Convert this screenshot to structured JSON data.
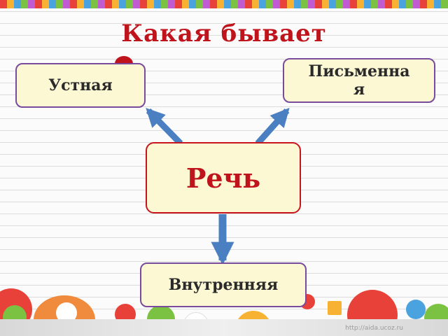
{
  "colors": {
    "title": "#c0141c",
    "node_fill": "#fdf8d4",
    "node_border": "#7a4a9c",
    "speech_border": "#c8141c",
    "arrow": "#4a7fc1"
  },
  "title": "Какая бывает",
  "center": {
    "label": "Речь"
  },
  "nodes": {
    "oral": "Устная",
    "written": "Письменна\nя",
    "inner": "Внутренняя"
  },
  "footer": {
    "url": "http://aida.ucoz.ru"
  }
}
